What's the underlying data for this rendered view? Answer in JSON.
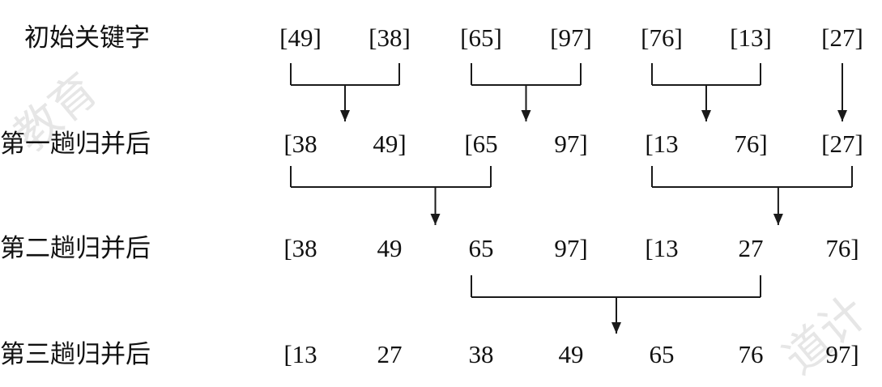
{
  "rows": [
    {
      "label": "初始关键字",
      "cells": [
        "[49]",
        "[38]",
        "[65]",
        "[97]",
        "[76]",
        "[13]",
        "[27]"
      ]
    },
    {
      "label": "第一趟归并后",
      "cells": [
        "[38",
        "49]",
        "[65",
        "97]",
        "[13",
        "76]",
        "[27]"
      ]
    },
    {
      "label": "第二趟归并后",
      "cells": [
        "[38",
        "49",
        "65",
        "97]",
        "[13",
        "27",
        "76]"
      ]
    },
    {
      "label": "第三趟归并后",
      "cells": [
        "[13",
        "27",
        "38",
        "49",
        "65",
        "76",
        "97]"
      ]
    }
  ],
  "merges": [
    {
      "from_row": 0,
      "from": [
        0,
        1
      ],
      "arrow_col": 0.5
    },
    {
      "from_row": 0,
      "from": [
        2,
        3
      ],
      "arrow_col": 2.5
    },
    {
      "from_row": 0,
      "from": [
        4,
        5
      ],
      "arrow_col": 4.5
    },
    {
      "from_row": 0,
      "from": [
        6
      ],
      "arrow_col": 6
    },
    {
      "from_row": 1,
      "from": [
        0,
        2
      ],
      "arrow_col": 1.5
    },
    {
      "from_row": 1,
      "from": [
        4,
        6
      ],
      "arrow_col": 5.3
    },
    {
      "from_row": 2,
      "from": [
        2,
        5
      ],
      "arrow_col": 3.5
    }
  ],
  "colors": {
    "text": "#111111",
    "line": "#1a1a1a",
    "watermark": "#e6e6e6"
  },
  "watermarks": [
    "教育",
    "道计"
  ]
}
